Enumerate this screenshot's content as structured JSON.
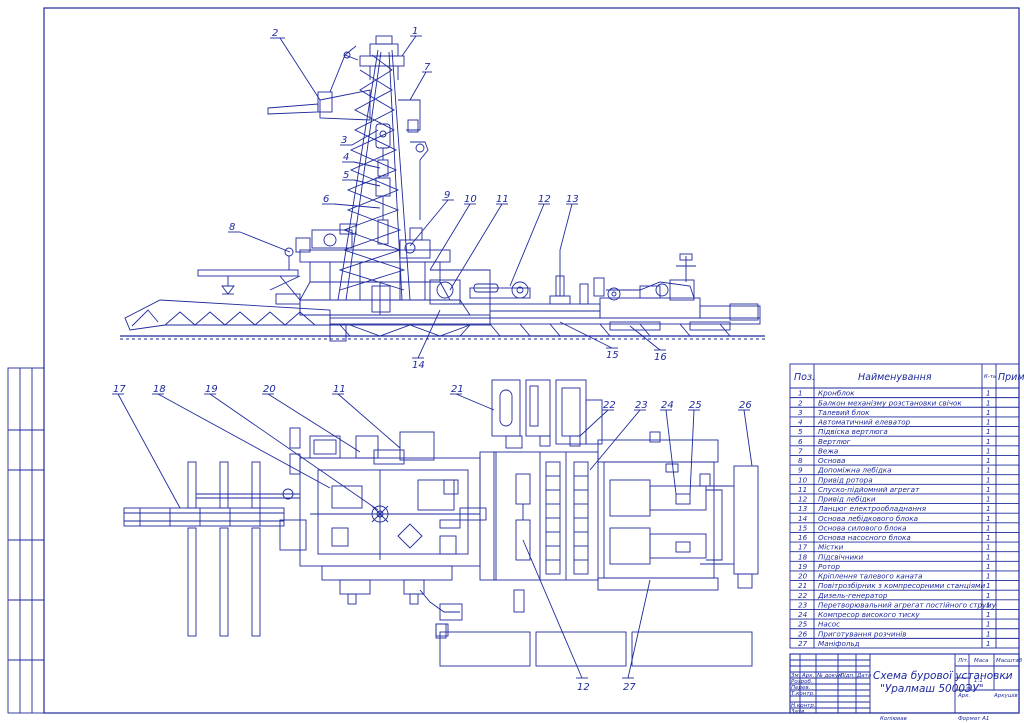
{
  "colors": {
    "ink": "#1e2a9c",
    "paper": "#ffffff"
  },
  "callouts_top": [
    "1",
    "2",
    "7",
    "3",
    "4",
    "5",
    "6",
    "8",
    "9",
    "10",
    "11",
    "12",
    "13",
    "14",
    "15",
    "16"
  ],
  "callouts_plan": [
    "17",
    "18",
    "19",
    "20",
    "11",
    "21",
    "22",
    "23",
    "24",
    "25",
    "26",
    "12",
    "27"
  ],
  "parts_table": {
    "col_pos": "Поз.",
    "col_name": "Найменування",
    "col_qty": "К-ть",
    "col_note": "Прим.",
    "rows": [
      {
        "pos": "1",
        "name": "Кронблок",
        "qty": "1"
      },
      {
        "pos": "2",
        "name": "Балкон механізму розстановки свічок",
        "qty": "1"
      },
      {
        "pos": "3",
        "name": "Талевий блок",
        "qty": "1"
      },
      {
        "pos": "4",
        "name": "Автоматичний елеватор",
        "qty": "1"
      },
      {
        "pos": "5",
        "name": "Підвіска вертлюга",
        "qty": "1"
      },
      {
        "pos": "6",
        "name": "Вертлюг",
        "qty": "1"
      },
      {
        "pos": "7",
        "name": "Вежа",
        "qty": "1"
      },
      {
        "pos": "8",
        "name": "Основа",
        "qty": "1"
      },
      {
        "pos": "9",
        "name": "Допоміжна лебідка",
        "qty": "1"
      },
      {
        "pos": "10",
        "name": "Привід ротора",
        "qty": "1"
      },
      {
        "pos": "11",
        "name": "Спуско-підйомний агрегат",
        "qty": "1"
      },
      {
        "pos": "12",
        "name": "Привід лебідки",
        "qty": "1"
      },
      {
        "pos": "13",
        "name": "Ланцюг електрообладнання",
        "qty": "1"
      },
      {
        "pos": "14",
        "name": "Основа лебідкового блока",
        "qty": "1"
      },
      {
        "pos": "15",
        "name": "Основа силового блока",
        "qty": "1"
      },
      {
        "pos": "16",
        "name": "Основа насосного блока",
        "qty": "1"
      },
      {
        "pos": "17",
        "name": "Містки",
        "qty": "1"
      },
      {
        "pos": "18",
        "name": "Підсвічники",
        "qty": "1"
      },
      {
        "pos": "19",
        "name": "Ротор",
        "qty": "1"
      },
      {
        "pos": "20",
        "name": "Кріплення талевого каната",
        "qty": "1"
      },
      {
        "pos": "21",
        "name": "Повітрозбірник з компресорними станціями",
        "qty": "1"
      },
      {
        "pos": "22",
        "name": "Дизель-генератор",
        "qty": "1"
      },
      {
        "pos": "23",
        "name": "Перетворювальний агрегат постійного струму",
        "qty": "1"
      },
      {
        "pos": "24",
        "name": "Компресор високого тиску",
        "qty": "1"
      },
      {
        "pos": "25",
        "name": "Насос",
        "qty": "1"
      },
      {
        "pos": "26",
        "name": "Приготування розчинів",
        "qty": "1"
      },
      {
        "pos": "27",
        "name": "Маніфольд",
        "qty": "1"
      }
    ]
  },
  "title_block": {
    "title_line1": "Схема бурової установки",
    "title_line2": "\"Уралмаш 5000ЭУ\"",
    "head_cells": [
      "Зм.",
      "Арк.",
      "№ докум.",
      "Підп.",
      "Дата"
    ],
    "roles": [
      "Розроб.",
      "Перев.",
      "Т.контр.",
      "Н.контр.",
      "Затв."
    ],
    "lit_header": "Літ.",
    "mass_header": "Маса",
    "scale_header": "Масштаб",
    "mass_value": "-",
    "sheet_label": "Арк.",
    "sheets_label": "Аркушів",
    "scale_value": "1:1"
  },
  "footer": {
    "copied": "Копіював",
    "format": "Формат  А1"
  }
}
